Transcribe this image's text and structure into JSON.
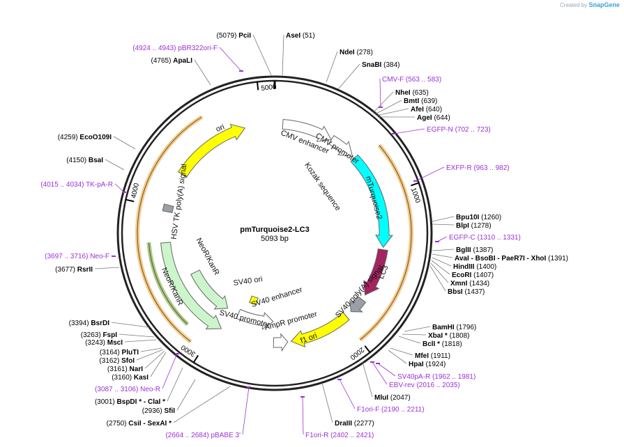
{
  "brand": {
    "prefix": "Created by",
    "name": "SnapGene"
  },
  "plasmid": {
    "name": "pmTurquoise2-LC3",
    "size": "5093 bp",
    "length": 5093
  },
  "ticks": [
    {
      "pos": 0,
      "label": ""
    },
    {
      "pos": 1000,
      "label": "1000"
    },
    {
      "pos": 2000,
      "label": "2000"
    },
    {
      "pos": 3000,
      "label": "3000"
    },
    {
      "pos": 4000,
      "label": "4000"
    },
    {
      "pos": 5000,
      "label": "5000"
    }
  ],
  "features": [
    {
      "name": "CMV enhancer",
      "start": 60,
      "end": 440,
      "dir": 1,
      "color": "#ffffff",
      "label": "CMV enhancer"
    },
    {
      "name": "CMV promoter",
      "start": 441,
      "end": 640,
      "dir": 1,
      "color": "#ffffff",
      "label": "CMV promoter"
    },
    {
      "name": "mTurquoise2",
      "start": 660,
      "end": 1378,
      "dir": 1,
      "color": "#00ffff",
      "label": "mTurquoise2"
    },
    {
      "name": "LC3",
      "start": 1395,
      "end": 1760,
      "dir": 1,
      "color": "#a3245e",
      "label": "LC3"
    },
    {
      "name": "SV40 poly(A) signal",
      "start": 1800,
      "end": 1922,
      "dir": 1,
      "color": "#9aa0a6",
      "label": "SV40 poly(A) signal"
    },
    {
      "name": "f1 ori",
      "start": 1970,
      "end": 2425,
      "dir": 1,
      "color": "#ffff00",
      "label": "f1 ori"
    },
    {
      "name": "AmpR promoter",
      "start": 2450,
      "end": 2555,
      "dir": -1,
      "color": "#ffffff",
      "label": "AmpR promoter"
    },
    {
      "name": "SV40 promoter",
      "start": 2560,
      "end": 2890,
      "dir": -1,
      "color": "#ffffff",
      "label": "SV40 promoter"
    },
    {
      "name": "SV40 ori",
      "start": 2750,
      "end": 2830,
      "dir": 0,
      "color": "#ffff00",
      "label": "SV40 ori"
    },
    {
      "name": "NeoR/KanR",
      "start": 2960,
      "end": 3750,
      "dir": -1,
      "color": "#ccf5cc",
      "label": "NeoR/KanR"
    },
    {
      "name": "HSV TK poly(A) signal",
      "start": 3980,
      "end": 4030,
      "dir": 0,
      "color": "#9aa0a6",
      "label": "HSV TK poly(A) signal"
    },
    {
      "name": "ori",
      "start": 4280,
      "end": 4870,
      "dir": 1,
      "color": "#ffff00",
      "label": "ori"
    }
  ],
  "feature_labels_inner": {
    "cmv_enhancer": "CMV enhancer",
    "cmv_promoter": "CMV promoter",
    "kozak": "Kozak sequence",
    "mturquoise2": "mTurquoise2",
    "lc3": "LC3",
    "sv40_polya": "SV40 poly(A) signal",
    "f1_ori": "f1 ori",
    "ampr_promoter": "AmpR promoter",
    "sv40_promoter": "SV40 promoter",
    "sv40_enhancer": "SV40 enhancer",
    "sv40_ori": "SV40 ori",
    "neor_inner": "NeoR/KanR",
    "neor_outer": "NeoR/KanR",
    "hsv_tk": "HSV TK poly(A) signal",
    "ori": "ori"
  },
  "orf_arcs": [
    {
      "start": 705,
      "end": 2000,
      "color": "#e8a030"
    },
    {
      "start": 3165,
      "end": 3760,
      "color": "#5aa02c"
    },
    {
      "start": 3080,
      "end": 4640,
      "color": "#e8a030"
    }
  ],
  "enzymes": [
    {
      "name": "PciI",
      "pos": "(5079)",
      "side": "left"
    },
    {
      "name": "AseI",
      "pos": "(51)",
      "side": "right"
    },
    {
      "name": "NdeI",
      "pos": "(278)"
    },
    {
      "name": "SnaBI",
      "pos": "(384)"
    },
    {
      "name": "NheI",
      "pos": "(635)"
    },
    {
      "name": "BmtI",
      "pos": "(639)"
    },
    {
      "name": "AfeI",
      "pos": "(640)"
    },
    {
      "name": "AgeI",
      "pos": "(644)"
    },
    {
      "name": "Bpu10I",
      "pos": "(1260)"
    },
    {
      "name": "BlpI",
      "pos": "(1278)"
    },
    {
      "name": "BglII",
      "pos": "(1387)"
    },
    {
      "name": "AvaI - BsoBI - PaeR7I - XhoI",
      "pos": "(1391)"
    },
    {
      "name": "HindIII",
      "pos": "(1400)"
    },
    {
      "name": "EcoRI",
      "pos": "(1407)"
    },
    {
      "name": "XmnI",
      "pos": "(1434)"
    },
    {
      "name": "BbsI",
      "pos": "(1437)"
    },
    {
      "name": "BamHI",
      "pos": "(1796)"
    },
    {
      "name": "XbaI *",
      "pos": "(1808)"
    },
    {
      "name": "BclI *",
      "pos": "(1818)"
    },
    {
      "name": "MfeI",
      "pos": "(1911)"
    },
    {
      "name": "HpaI",
      "pos": "(1924)"
    },
    {
      "name": "MluI",
      "pos": "(2047)"
    },
    {
      "name": "DraIII",
      "pos": "(2277)"
    },
    {
      "name": "CsiI - SexAI *",
      "pos": "(2750)"
    },
    {
      "name": "SfiI",
      "pos": "(2936)"
    },
    {
      "name": "BspDI * - ClaI *",
      "pos": "(3001)"
    },
    {
      "name": "KasI",
      "pos": "(3160)"
    },
    {
      "name": "NarI",
      "pos": "(3161)"
    },
    {
      "name": "SfoI",
      "pos": "(3162)"
    },
    {
      "name": "PluTI",
      "pos": "(3164)"
    },
    {
      "name": "MscI",
      "pos": "(3243)"
    },
    {
      "name": "FspI",
      "pos": "(3263)"
    },
    {
      "name": "BsrDI",
      "pos": "(3394)"
    },
    {
      "name": "RsrII",
      "pos": "(3677)"
    },
    {
      "name": "BsaI",
      "pos": "(4150)"
    },
    {
      "name": "EcoO109I",
      "pos": "(4259)"
    },
    {
      "name": "ApaLI",
      "pos": "(4765)"
    }
  ],
  "primers": [
    {
      "name": "pBR322ori-F",
      "range": "(4924 .. 4943)"
    },
    {
      "name": "CMV-F",
      "range": "(563 .. 583)"
    },
    {
      "name": "EGFP-N",
      "range": "(702 .. 723)"
    },
    {
      "name": "EXFP-R",
      "range": "(963 .. 982)"
    },
    {
      "name": "EGFP-C",
      "range": "(1310 .. 1331)"
    },
    {
      "name": "SV40pA-R",
      "range": "(1962 .. 1981)"
    },
    {
      "name": "EBV-rev",
      "range": "(2016 .. 2035)"
    },
    {
      "name": "F1ori-F",
      "range": "(2190 .. 2211)"
    },
    {
      "name": "F1ori-R",
      "range": "(2402 .. 2421)"
    },
    {
      "name": "pBABE 3'",
      "range": "(2664 .. 2684)"
    },
    {
      "name": "Neo-R",
      "range": "(3087 .. 3106)"
    },
    {
      "name": "Neo-F",
      "range": "(3697 .. 3716)"
    },
    {
      "name": "TK-pA-R",
      "range": "(4015 .. 4034)"
    }
  ],
  "colors": {
    "primer": "#9b30d9",
    "backbone": "#222222"
  }
}
